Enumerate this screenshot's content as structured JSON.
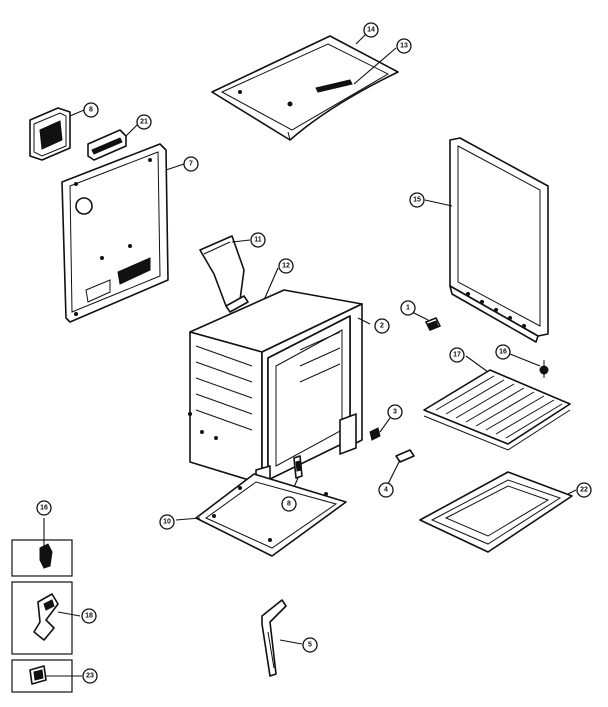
{
  "callouts": {
    "c14": "14",
    "c13": "13",
    "c8a": "8",
    "c21": "21",
    "c7": "7",
    "c15": "15",
    "c11": "11",
    "c12": "12",
    "c2": "2",
    "c1": "1",
    "c16a": "16",
    "c17": "17",
    "c3": "3",
    "c4": "4",
    "c8b": "8",
    "c22": "22",
    "c10": "10",
    "c16b": "16",
    "c18": "18",
    "c23": "23",
    "c5": "5"
  }
}
